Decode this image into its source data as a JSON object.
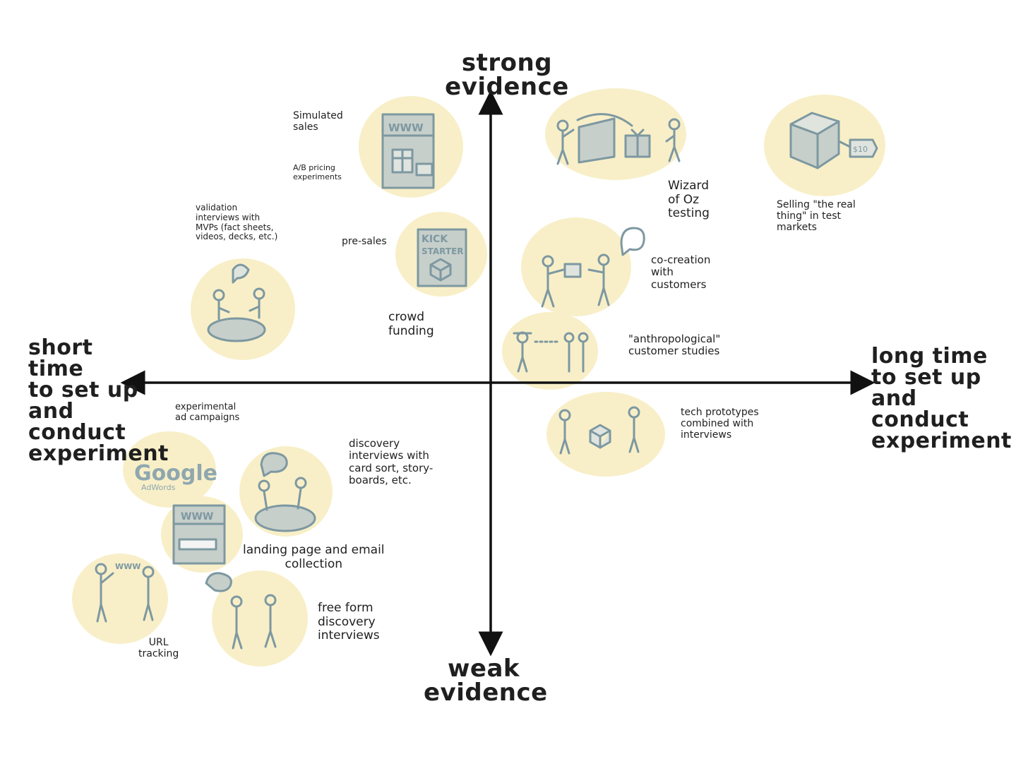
{
  "axes": {
    "top": "strong\nevidence",
    "bottom": "weak\nevidence",
    "left": "short time\nto set up\nand conduct\nexperiment",
    "right": "long time\nto set up\nand conduct\nexperiment"
  },
  "items": {
    "simulated_sales": "Simulated\nsales",
    "ab_pricing": "A/B pricing\nexperiments",
    "wizard_of_oz": "Wizard\nof Oz\ntesting",
    "selling_real_thing": "Selling \"the real\nthing\" in test\nmarkets",
    "validation_interviews": "validation\ninterviews with\nMVPs (fact sheets,\nvideos, decks, etc.)",
    "pre_sales": "pre-sales",
    "crowd_funding": "crowd\nfunding",
    "co_creation": "co-creation\nwith\ncustomers",
    "anthropological": "\"anthropological\"\ncustomer studies",
    "experimental_ad": "experimental\nad campaigns",
    "tech_prototypes": "tech prototypes\ncombined with\ninterviews",
    "discovery_interviews": "discovery\ninterviews with\ncard sort, story-\nboards, etc.",
    "landing_page": "landing page and email\ncollection",
    "free_form": "free form\ndiscovery\ninterviews",
    "url_tracking": "URL\ntracking"
  },
  "art_text": {
    "google": "Google",
    "adwords": "AdWords",
    "www": "WWW",
    "kickstarter": "KICK\nSTARTER",
    "price": "$10"
  },
  "colors": {
    "blob": "#f8efc8",
    "sketch": "#7d98a1",
    "sketch_fill": "#c7cfcb",
    "ink": "#111111"
  }
}
